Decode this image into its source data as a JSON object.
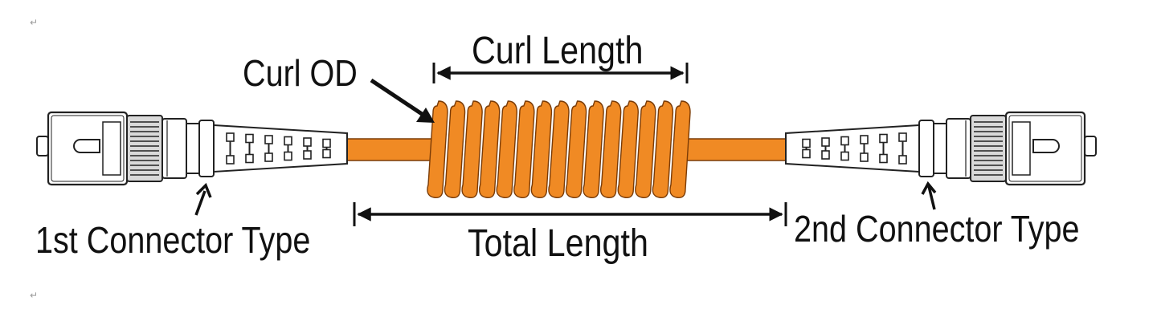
{
  "labels": {
    "curl_od": "Curl OD",
    "curl_length": "Curl Length",
    "total_length": "Total Length",
    "first_connector": "1st Connector Type",
    "second_connector": "2nd Connector Type"
  },
  "paragraph_mark": "↵",
  "colors": {
    "cable": "#f08a24",
    "coil_stroke": "#7a3b06",
    "outline": "#222222",
    "connector_fill": "#ffffff",
    "connector_shade": "#d9d9d9",
    "text": "#111111"
  }
}
